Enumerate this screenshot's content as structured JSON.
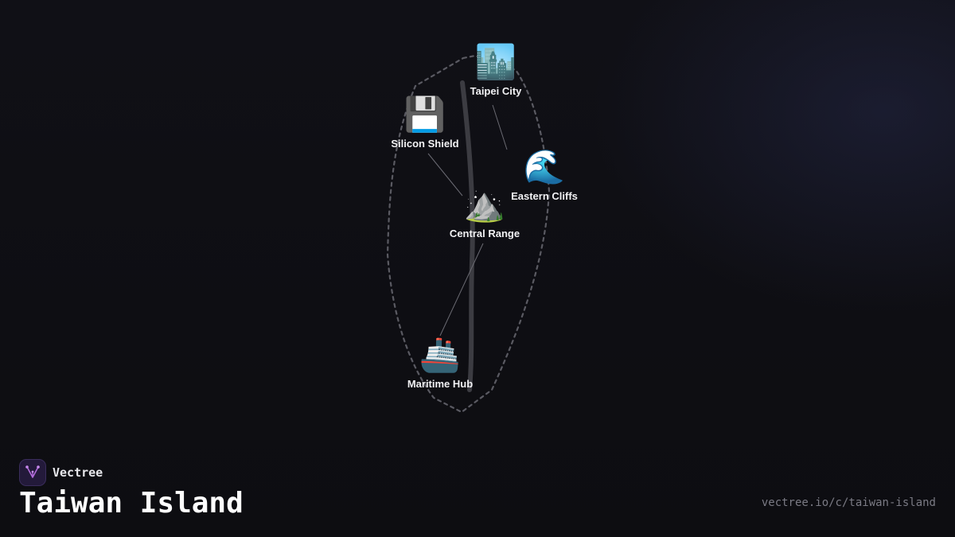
{
  "brand": {
    "name": "Vectree"
  },
  "page": {
    "title": "Taiwan Island",
    "url": "vectree.io/c/taiwan-island"
  },
  "map": {
    "nodes": [
      {
        "id": "taipei-city",
        "label": "Taipei City",
        "icon": "🏙️",
        "icon_name": "cityscape-icon"
      },
      {
        "id": "silicon-shield",
        "label": "Silicon Shield",
        "icon": "💾",
        "icon_name": "floppy-disk-icon"
      },
      {
        "id": "eastern-cliffs",
        "label": "Eastern Cliffs",
        "icon": "🌊",
        "icon_name": "wave-icon"
      },
      {
        "id": "central-range",
        "label": "Central Range",
        "icon": "⛰️",
        "icon_name": "mountain-icon"
      },
      {
        "id": "maritime-hub",
        "label": "Maritime Hub",
        "icon": "🚢",
        "icon_name": "ship-icon"
      }
    ],
    "connections": [
      [
        "taipei-city",
        "eastern-cliffs"
      ],
      [
        "silicon-shield",
        "central-range"
      ],
      [
        "central-range",
        "maritime-hub"
      ]
    ],
    "colors": {
      "outline": "#5a5a62",
      "ridge": "#3c3c42",
      "connector": "#6a6a72",
      "label": "#f2f2f4",
      "logo_accent": "#b06ad9"
    }
  }
}
